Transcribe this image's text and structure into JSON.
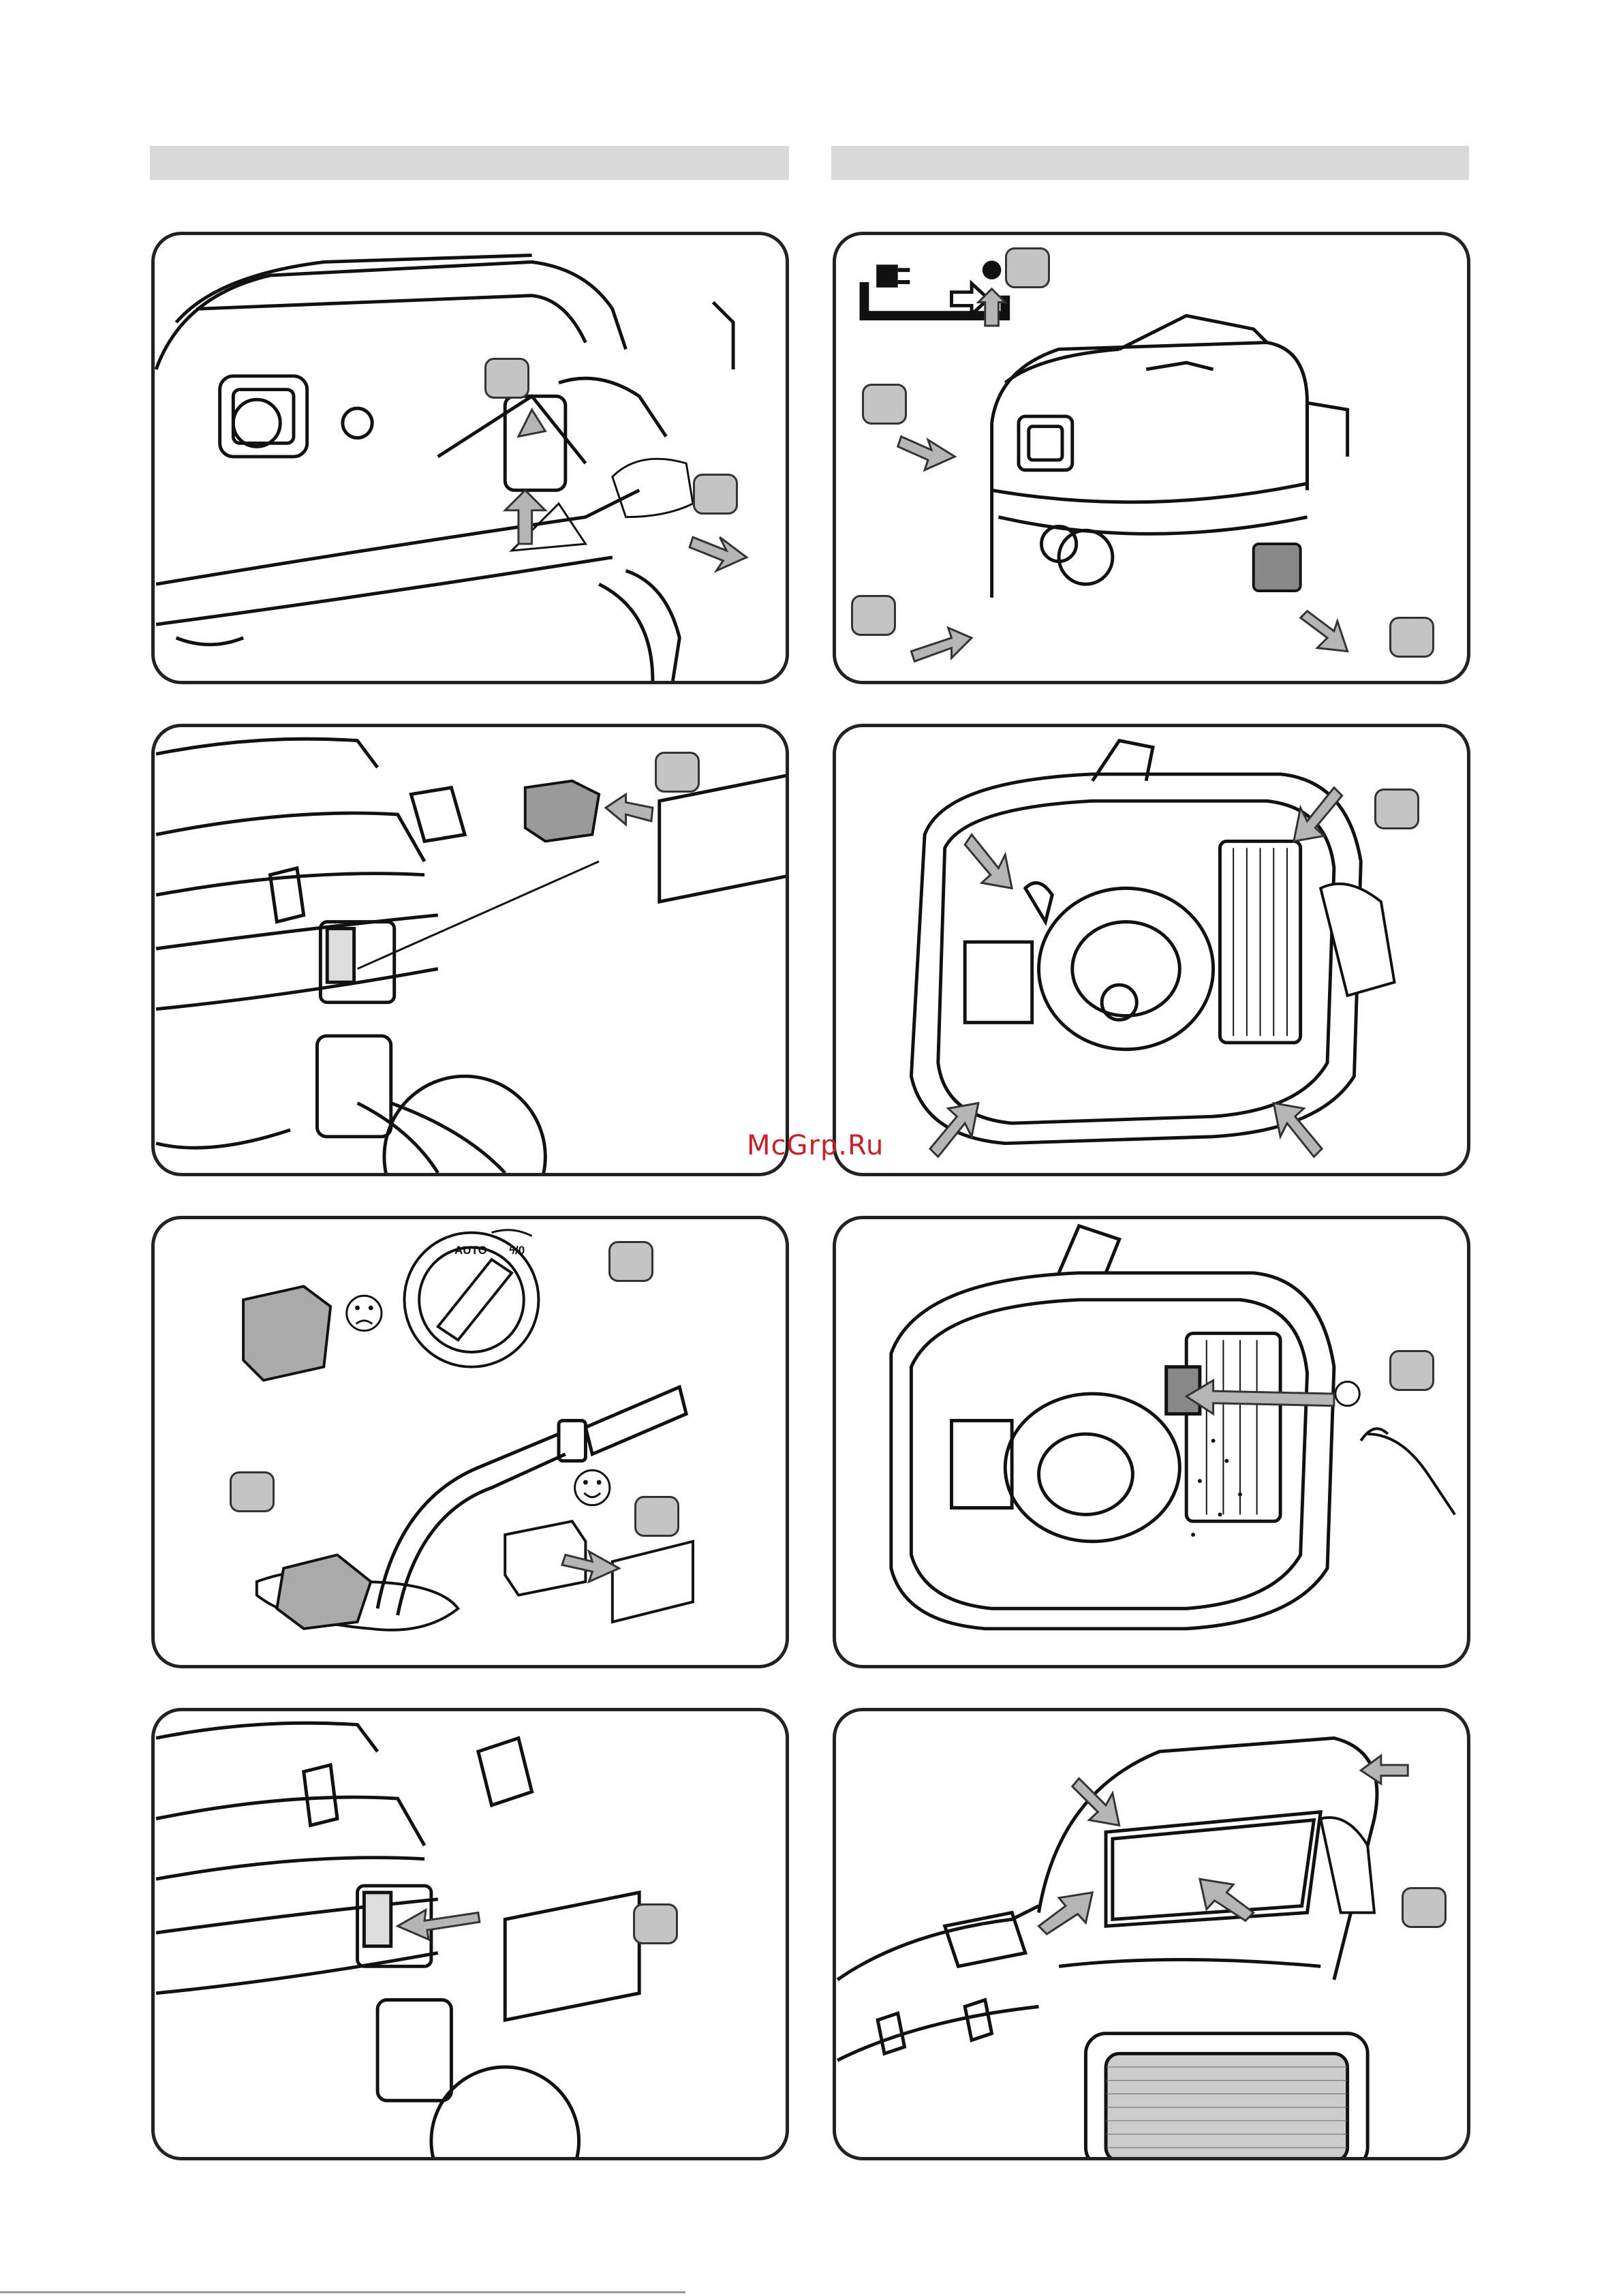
{
  "watermark": "McGrp.Ru",
  "dial": {
    "auto_label": "AUTO",
    "power_label": "ϟ/0"
  },
  "icons": {
    "plug": "unplug-icon",
    "arrow": "gray-arrow-icon",
    "sad": "sad-face-icon",
    "happy": "happy-face-icon"
  },
  "colors": {
    "badge_fill": "#c4c4c4",
    "arrow_fill": "#b5b5b5",
    "watermark": "#c8202a",
    "outline": "#222222"
  }
}
